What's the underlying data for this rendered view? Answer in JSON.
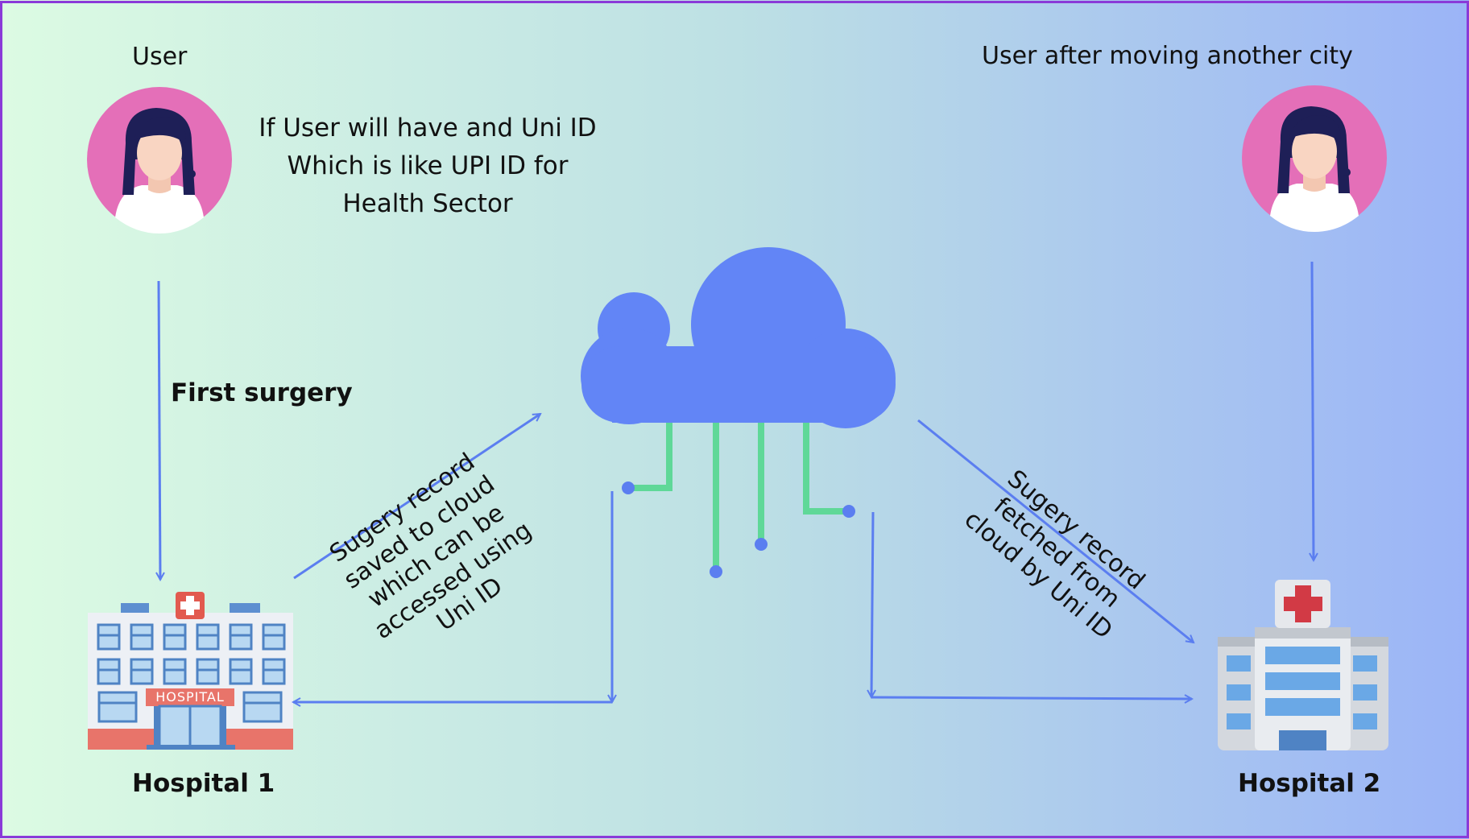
{
  "colors": {
    "gradient_start": "#dcfbe3",
    "gradient_mid": "#bde0e4",
    "gradient_end": "#9bb4f7",
    "border": "#8a3ad8",
    "arrow": "#5b7ef0",
    "cloud": "#6285f6",
    "circuit": "#5fd898",
    "avatar_bg": "#e46fb8",
    "hair": "#1e1f57"
  },
  "labels": {
    "user": "User",
    "user_moved": "User after moving another city",
    "uni_id_note": [
      "If User will have and Uni ID",
      "Which is like UPI ID for",
      "Health Sector"
    ],
    "first_surgery": "First surgery",
    "saved_note": [
      "Sugery record",
      "saved to cloud",
      "which can be",
      "accessed using",
      "Uni ID"
    ],
    "fetched_note": [
      "Sugery record",
      "fetched  from",
      "cloud by Uni ID"
    ],
    "hospital1": "Hospital 1",
    "hospital2": "Hospital 2",
    "hospital_sign": "HOSPITAL"
  },
  "icons": [
    "user-avatar-icon",
    "cloud-icon",
    "hospital-building-icon",
    "hospital-cross-icon"
  ]
}
